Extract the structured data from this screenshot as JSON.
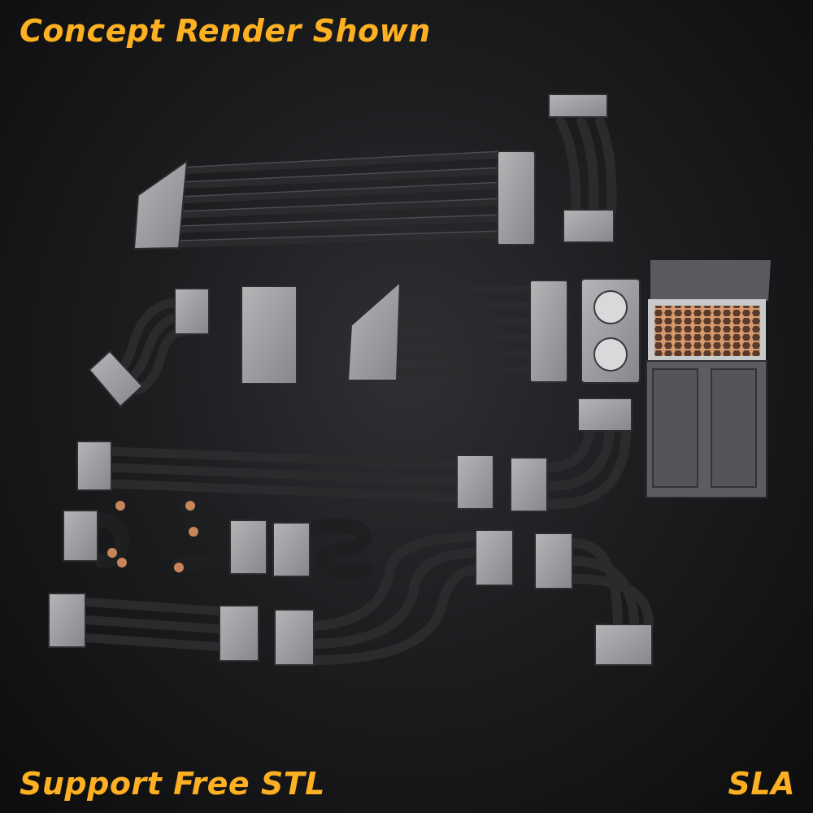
{
  "captions": {
    "top": "Concept Render Shown",
    "bottom_left": "Support Free STL",
    "bottom_right": "SLA"
  },
  "colors": {
    "caption": "#fdb022",
    "cable": "#2a2b2d",
    "connector": "#9a9b9d",
    "copper": "#c9855a"
  }
}
